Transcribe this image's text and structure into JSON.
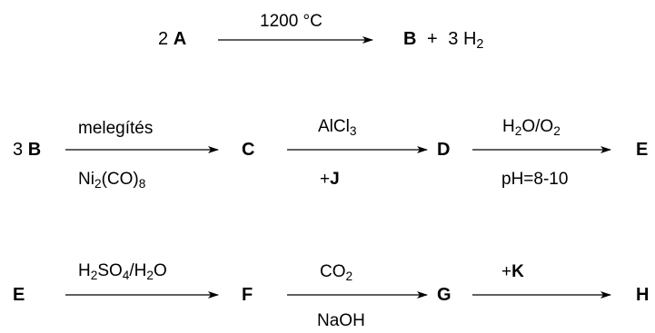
{
  "row1": {
    "reactant_coef": "2",
    "reactant": "A",
    "condition_above": "1200 °C",
    "product1": "B",
    "plus": "+",
    "product2_coef": "3",
    "product2_el": "H",
    "product2_sub": "2"
  },
  "row2": {
    "start_coef": "3",
    "start": "B",
    "step1": {
      "above": "melegítés",
      "below_pre": "Ni",
      "below_sub1": "2",
      "below_mid": "(CO)",
      "below_sub2": "8",
      "product": "C"
    },
    "step2": {
      "above_pre": "AlCl",
      "above_sub": "3",
      "below_plus": "+",
      "below_reagent": "J",
      "product": "D"
    },
    "step3": {
      "above_h": "H",
      "above_h_sub": "2",
      "above_mid": "O/O",
      "above_o_sub": "2",
      "below": "pH=8-10",
      "product": "E"
    }
  },
  "row3": {
    "start": "E",
    "step1": {
      "above_h": "H",
      "above_h_sub": "2",
      "above_so": "SO",
      "above_so_sub": "4",
      "above_slash": "/H",
      "above_h2_sub": "2",
      "above_end": "O",
      "product": "F"
    },
    "step2": {
      "above_pre": "CO",
      "above_sub": "2",
      "below": "NaOH",
      "product": "G"
    },
    "step3": {
      "above_plus": "+",
      "above_reagent": "K",
      "product": "H"
    }
  }
}
